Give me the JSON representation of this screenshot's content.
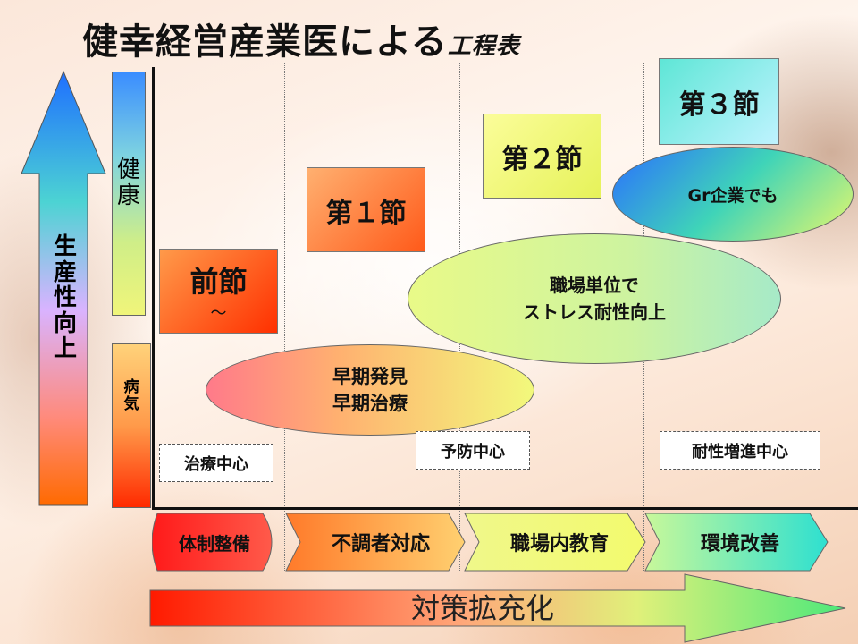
{
  "title": {
    "main": "健幸経営産業医による",
    "sub": "工程表"
  },
  "axis": {
    "productivity": [
      "生",
      "産",
      "性",
      "向",
      "上"
    ],
    "health": [
      "健",
      "康"
    ],
    "illness": [
      "病",
      "気"
    ]
  },
  "stages": {
    "pre": {
      "label": "前節",
      "note": "～"
    },
    "first": "第１節",
    "second": "第２節",
    "third": "第３節"
  },
  "ellipses": {
    "early": [
      "早期発見",
      "早期治療"
    ],
    "workplace": [
      "職場単位で",
      "ストレス耐性向上"
    ],
    "group": "Gr企業でも"
  },
  "tags": {
    "treatment": "治療中心",
    "prevention": "予防中心",
    "resilience": "耐性増進中心"
  },
  "steps": [
    "体制整備",
    "不調者対応",
    "職場内教育",
    "環境改善"
  ],
  "bottom_arrow": "対策拡充化",
  "colors": {
    "red": "#ff2a00",
    "orange": "#ff9a33",
    "yellow": "#f2f97c",
    "cyan": "#4cebd6",
    "blue": "#1f6fff"
  }
}
